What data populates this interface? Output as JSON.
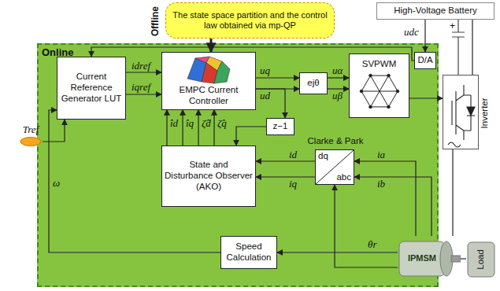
{
  "diagram": {
    "nodes": [
      {
        "text": [
          "Offline",
          "The state space partition and the control law obtained via mp-QP"
        ]
      },
      {
        "text": [
          "Online"
        ]
      },
      {
        "text": [
          "Tref"
        ]
      },
      {
        "text": [
          "Current Reference Generator LUT"
        ],
        "in": 1
      },
      {
        "text": [
          "EMPC Current Controller"
        ],
        "in": 1
      },
      {
        "text": [
          "z−1"
        ],
        "in": 1
      },
      {
        "text": [
          "ejθ"
        ],
        "in": 1
      },
      {
        "text": [
          "SVPWM"
        ],
        "in": 1
      },
      {
        "text": [
          "D/A"
        ],
        "in": 1
      },
      {
        "text": [
          "State and Disturbance Observer (AKO)"
        ],
        "in": 1
      },
      {
        "text": [
          "Clarke & Park",
          "dq",
          "abc"
        ],
        "in": 1
      },
      {
        "text": [
          "Speed Calculation"
        ],
        "in": 1
      },
      {
        "text": [
          "High-Voltage Battery"
        ]
      },
      {
        "text": [
          "Inverter"
        ]
      },
      {
        "text": [
          "IPMSM"
        ]
      },
      {
        "text": [
          "Load"
        ]
      }
    ],
    "edges": [
      {
        "from": 0,
        "to": 4,
        "arrow": "to"
      },
      {
        "from": 2,
        "to": 3,
        "arrow": "to"
      },
      {
        "from": 3,
        "to": 4,
        "label": "idref",
        "arrow": "to"
      },
      {
        "from": 3,
        "to": 4,
        "label": "iqref",
        "arrow": "to"
      },
      {
        "from": 4,
        "to": 6,
        "label": "uq",
        "arrow": "to"
      },
      {
        "from": 4,
        "to": 6,
        "label": "ud",
        "arrow": "to"
      },
      {
        "from": 4,
        "to": 5,
        "arrow": "to"
      },
      {
        "from": 5,
        "to": 9,
        "arrow": "to"
      },
      {
        "from": 6,
        "to": 7,
        "label": "uα",
        "arrow": "to"
      },
      {
        "from": 6,
        "to": 7,
        "label": "uβ",
        "arrow": "to"
      },
      {
        "from": 7,
        "to": 13,
        "arrow": "to"
      },
      {
        "from": 12,
        "to": 8,
        "label": "udc",
        "arrow": "to"
      },
      {
        "from": 8,
        "to": 3,
        "arrow": "to"
      },
      {
        "from": 12,
        "to": 13,
        "arrow": "none"
      },
      {
        "from": 13,
        "to": 14,
        "arrow": "none"
      },
      {
        "from": 14,
        "to": 15,
        "arrow": "none"
      },
      {
        "from": 14,
        "to": 10,
        "label": "ia",
        "arrow": "to"
      },
      {
        "from": 14,
        "to": 10,
        "label": "ib",
        "arrow": "to"
      },
      {
        "from": 10,
        "to": 9,
        "label": "id",
        "arrow": "to"
      },
      {
        "from": 10,
        "to": 9,
        "label": "iq",
        "arrow": "to"
      },
      {
        "from": 9,
        "to": 4,
        "label": "îd",
        "arrow": "to"
      },
      {
        "from": 9,
        "to": 4,
        "label": "îq",
        "arrow": "to"
      },
      {
        "from": 9,
        "to": 4,
        "label": "ζ̂d",
        "arrow": "to"
      },
      {
        "from": 9,
        "to": 4,
        "label": "ζ̂q",
        "arrow": "to"
      },
      {
        "from": 14,
        "to": 11,
        "label": "θr",
        "arrow": "to"
      },
      {
        "from": 14,
        "to": 10,
        "arrow": "to"
      },
      {
        "from": 11,
        "to": 3,
        "label": "ω",
        "arrow": "to"
      }
    ],
    "labels": [
      "+"
    ]
  }
}
